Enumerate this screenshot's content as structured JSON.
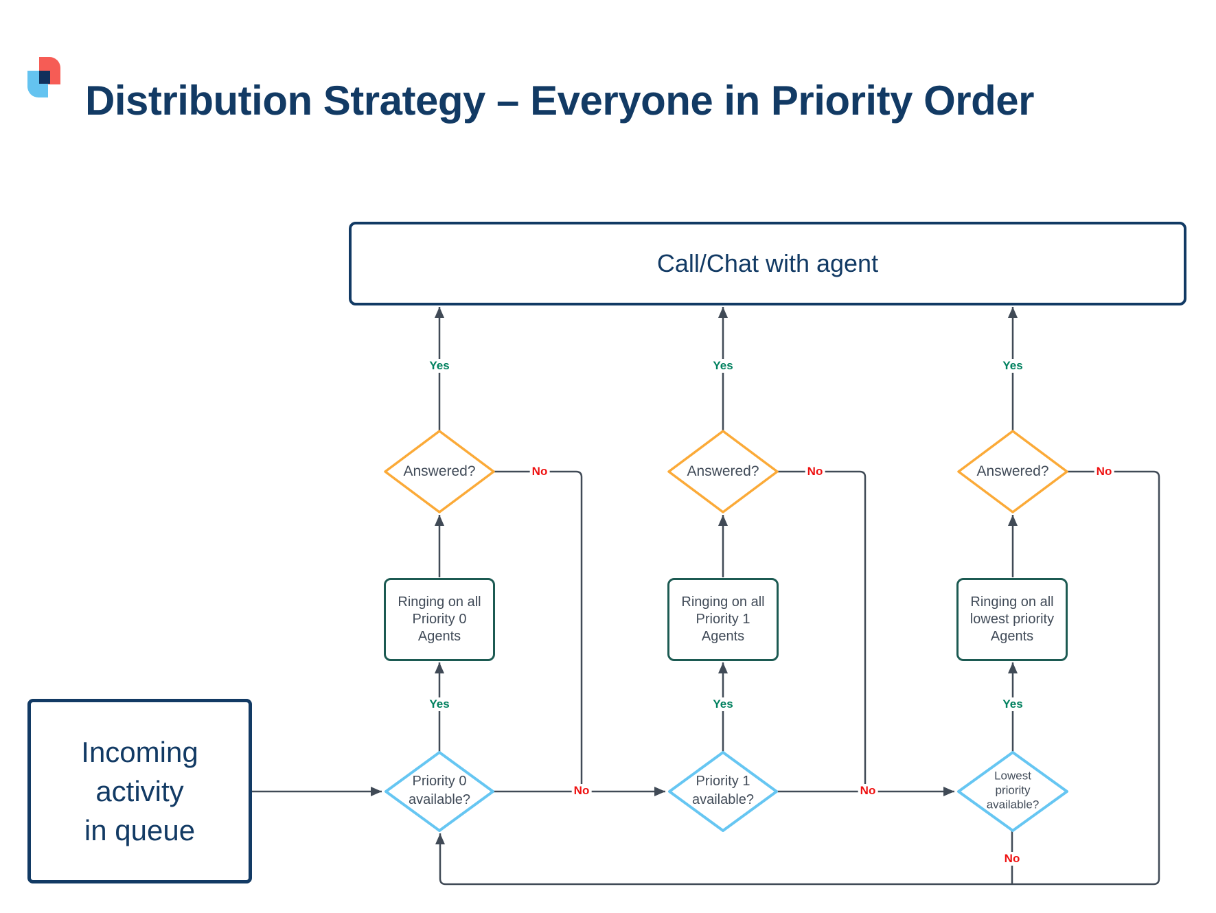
{
  "title": "Distribution Strategy – Everyone in Priority Order",
  "colors": {
    "navy": "#123a64",
    "connector": "#404a56",
    "answered_border": "#fbaa38",
    "available_border": "#66c6f2",
    "ringing_border": "#1c5a52",
    "node_text": "#414b58",
    "yes_green": "#00805e",
    "no_red": "#ee1010",
    "logo_red": "#f65c55",
    "logo_blue": "#64c3f0",
    "logo_navy": "#10305c"
  },
  "nodes": {
    "call_chat": "Call/Chat with agent",
    "incoming": "Incoming\nactivity\nin queue",
    "answered_1": "Answered?",
    "answered_2": "Answered?",
    "answered_3": "Answered?",
    "ringing_1": "Ringing on all\nPriority 0\nAgents",
    "ringing_2": "Ringing on all\nPriority 1\nAgents",
    "ringing_3": "Ringing on all\nlowest priority\nAgents",
    "available_1": "Priority 0\navailable?",
    "available_2": "Priority 1\navailable?",
    "available_3": "Lowest\npriority\navailable?"
  },
  "edge_labels": {
    "yes": "Yes",
    "no": "No"
  }
}
